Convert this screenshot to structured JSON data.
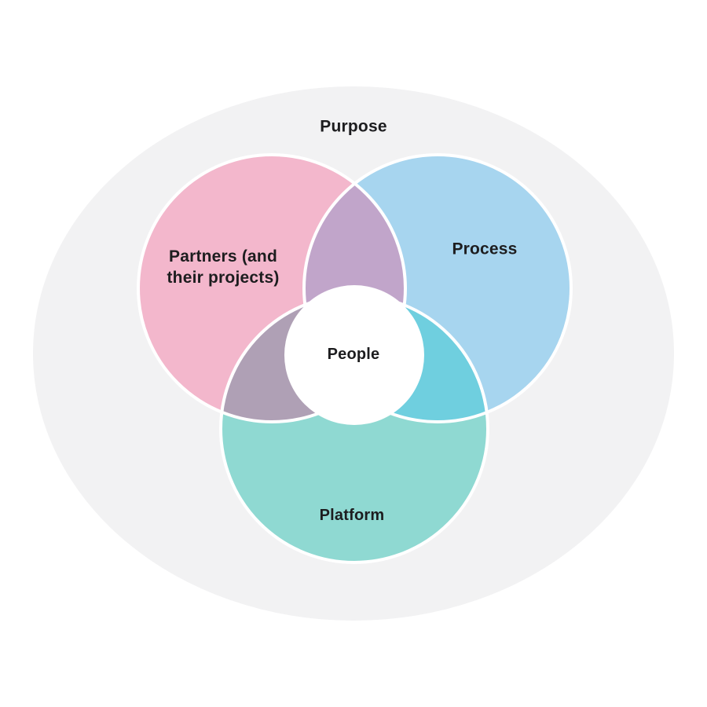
{
  "diagram": {
    "type": "venn",
    "labels": {
      "purpose": "Purpose",
      "partners": "Partners (and their projects)",
      "process": "Process",
      "platform": "Platform",
      "people": "People"
    },
    "colors": {
      "page_background": "#ffffff",
      "background_ellipse": "#f2f2f3",
      "partners_circle": "#f3b7cc",
      "process_circle": "#a7d5ef",
      "platform_circle": "#8fd9d2",
      "partners_process_overlap": "#c1a5ca",
      "partners_platform_overlap": "#afa0b5",
      "process_platform_overlap": "#6fcfdf",
      "triple_overlap": "#a495b2",
      "center_circle": "#ffffff",
      "circle_outline": "#ffffff",
      "text": "#1d1d1f"
    }
  }
}
